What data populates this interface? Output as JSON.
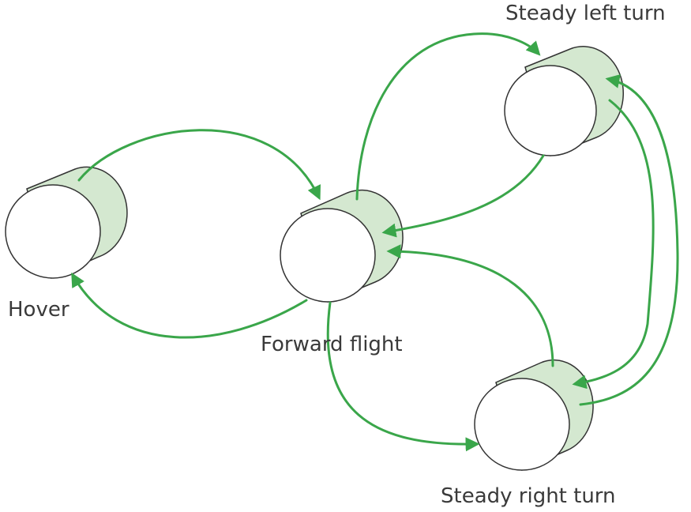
{
  "states": {
    "hover": "Hover",
    "forward_flight": "Forward flight",
    "steady_left_turn": "Steady left turn",
    "steady_right_turn": "Steady right turn"
  },
  "transitions": [
    {
      "from": "hover",
      "to": "forward_flight"
    },
    {
      "from": "forward_flight",
      "to": "hover"
    },
    {
      "from": "forward_flight",
      "to": "steady_left_turn"
    },
    {
      "from": "steady_left_turn",
      "to": "forward_flight"
    },
    {
      "from": "forward_flight",
      "to": "steady_right_turn"
    },
    {
      "from": "steady_right_turn",
      "to": "forward_flight"
    },
    {
      "from": "steady_left_turn",
      "to": "steady_right_turn"
    },
    {
      "from": "steady_right_turn",
      "to": "steady_left_turn"
    }
  ],
  "colors": {
    "arrow": "#3aa64a",
    "cylinder_side": "#d4e8d0",
    "outline": "#333333",
    "text": "#3a3a3a"
  }
}
